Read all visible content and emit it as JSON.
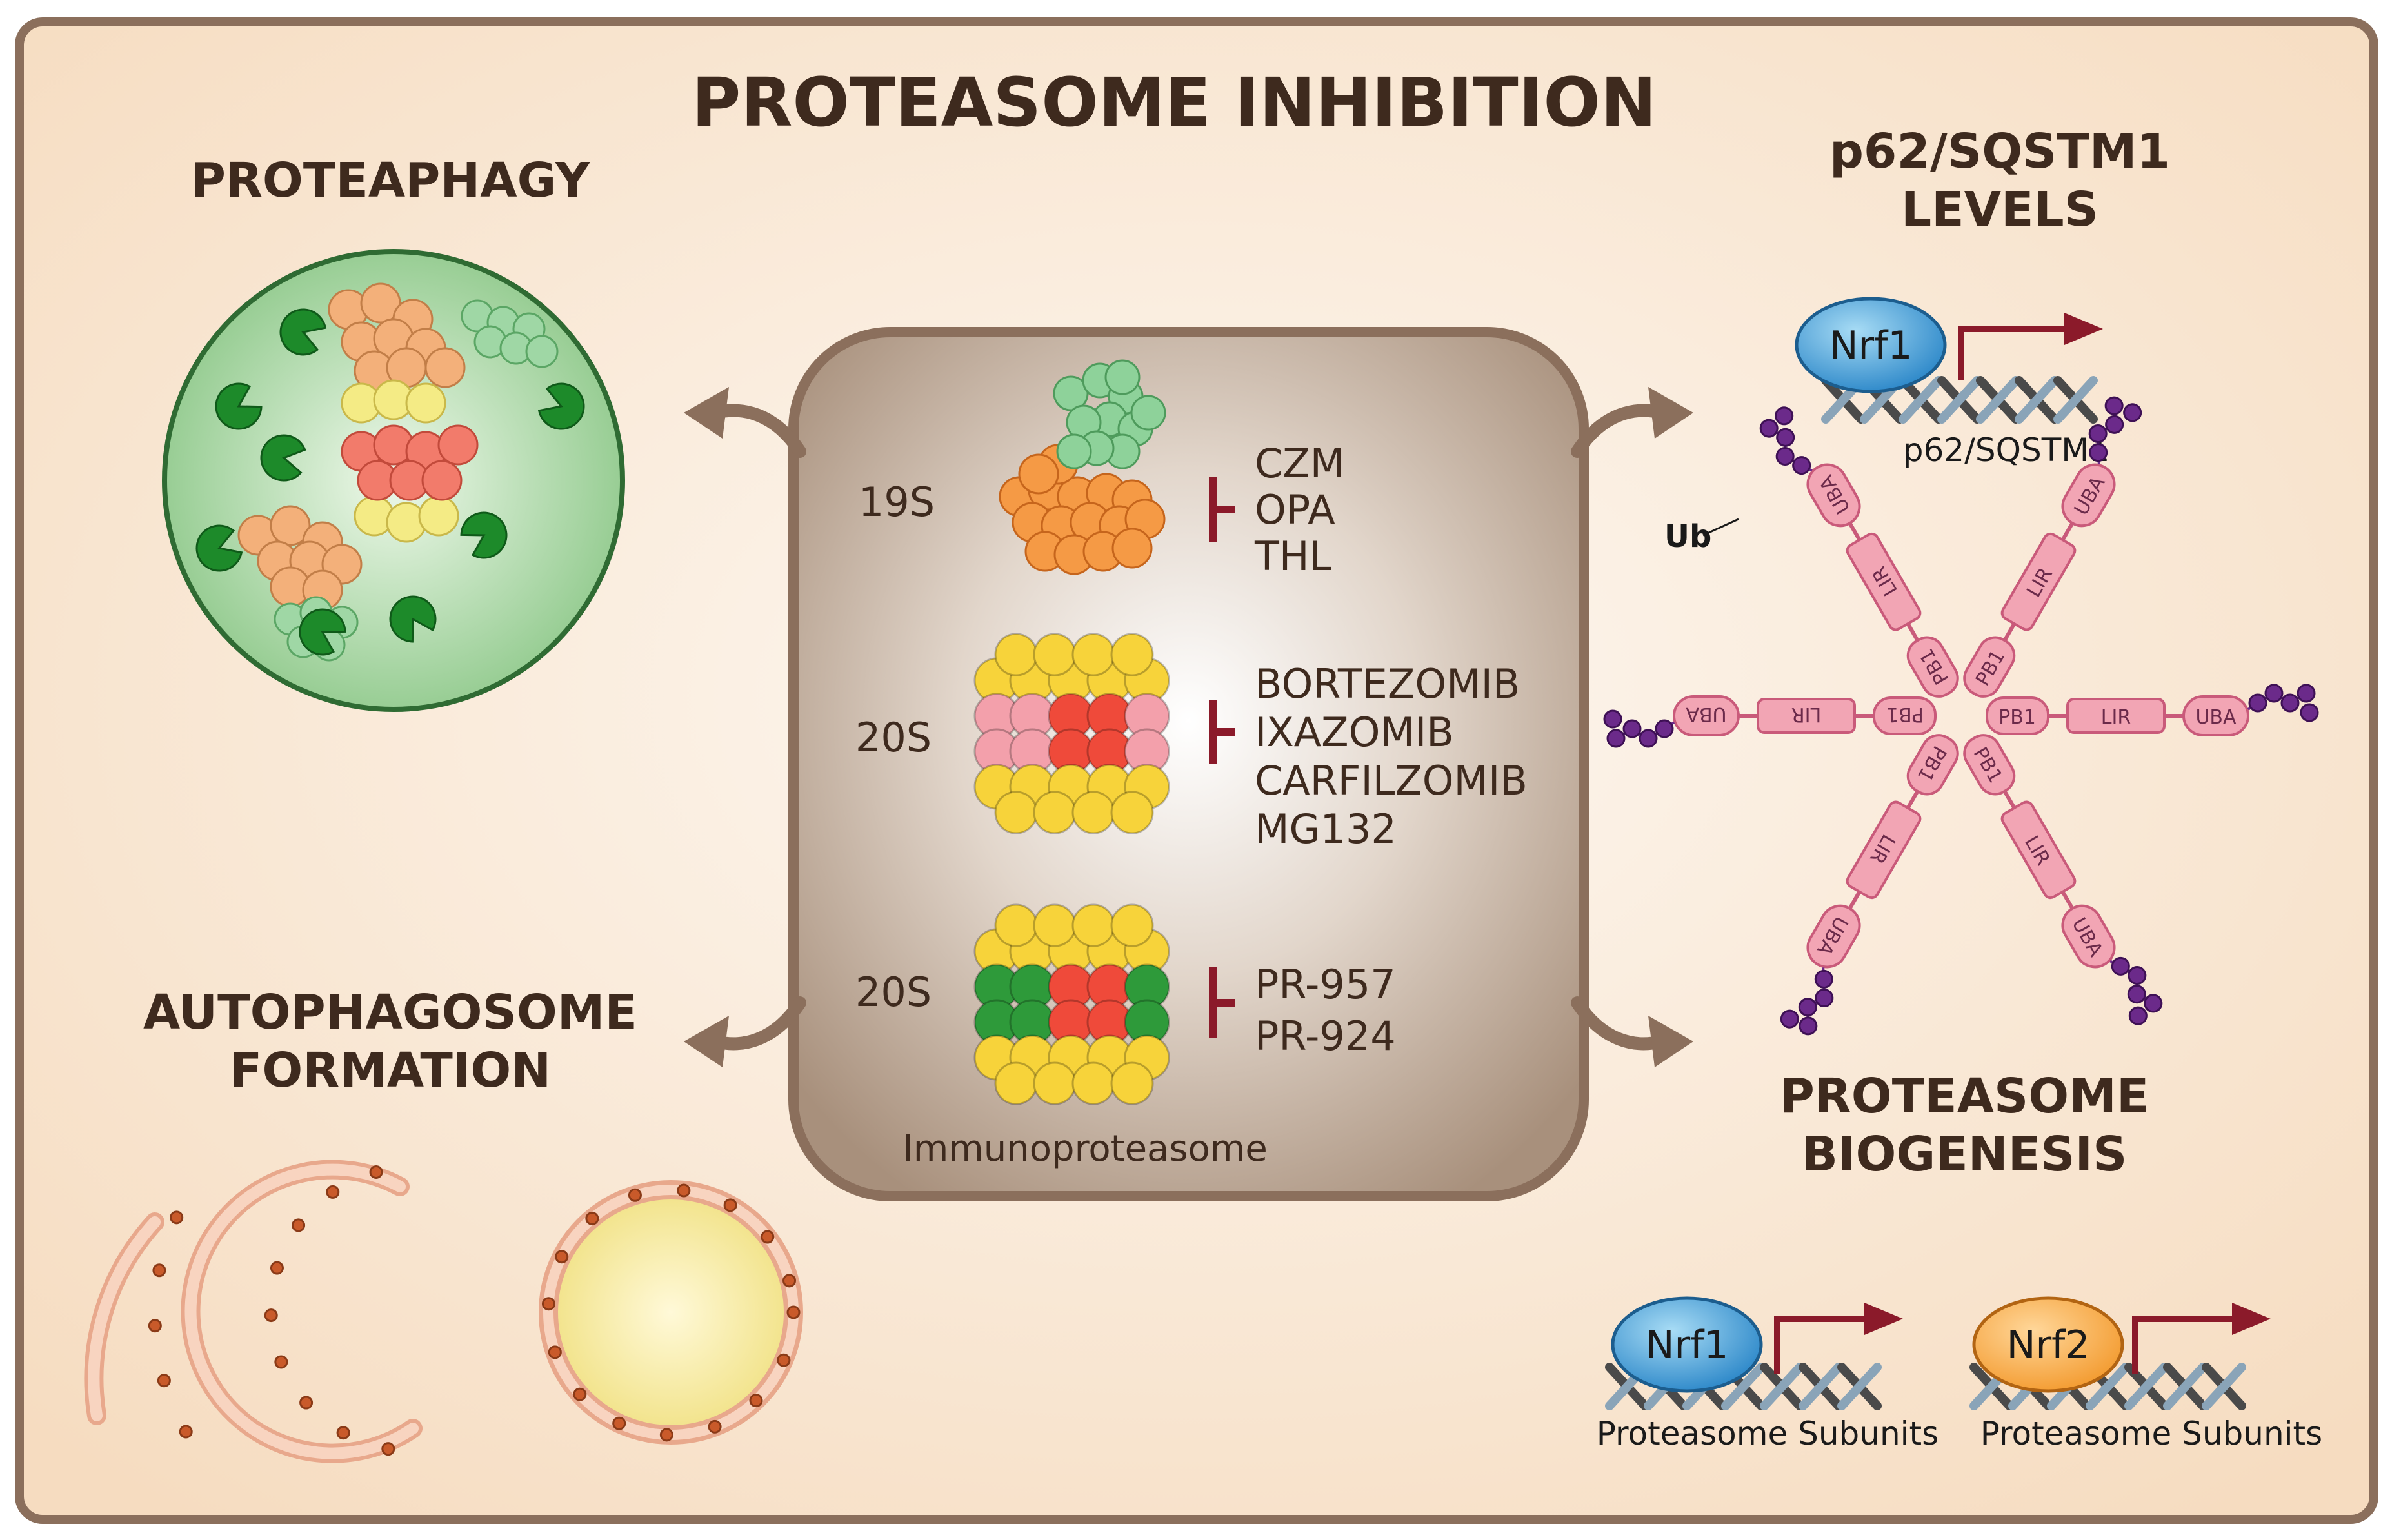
{
  "title": "PROTEASOME INHIBITION",
  "sections": {
    "proteaphagy": "PROTEAPHAGY",
    "p62_line1": "p62/SQSTM1",
    "p62_line2": "LEVELS",
    "autophagosome_line1": "AUTOPHAGOSOME",
    "autophagosome_line2": "FORMATION",
    "biogenesis_line1": "PROTEASOME",
    "biogenesis_line2": "BIOGENESIS"
  },
  "center": {
    "label_19s": "19S",
    "label_20s": "20S",
    "label_20s_immuno": "20S",
    "immunoproteasome": "Immunoproteasome",
    "drugs_19s": [
      "CZM",
      "OPA",
      "THL"
    ],
    "drugs_20s": [
      "BORTEZOMIB",
      "IXAZOMIB",
      "CARFILZOMIB",
      "MG132"
    ],
    "drugs_immuno": [
      "PR-957",
      "PR-924"
    ]
  },
  "p62_panel": {
    "factor": "Nrf1",
    "gene": "p62/SQSTM1",
    "ub": "Ub",
    "domain_uba": "UBA",
    "domain_lir": "LIR",
    "domain_pb1": "PB1"
  },
  "biogenesis_panel": {
    "factor1": "Nrf1",
    "factor2": "Nrf2",
    "gene1": "Proteasome Subunits",
    "gene2": "Proteasome Subunits"
  },
  "colors": {
    "frame": "#8b6f5c",
    "center_box": "#b39a86",
    "text": "#3e2a1e",
    "inhibition": "#8b1a2a",
    "pink_domain": "#f2a5b4",
    "ubiquitin": "#6b2a8a"
  }
}
